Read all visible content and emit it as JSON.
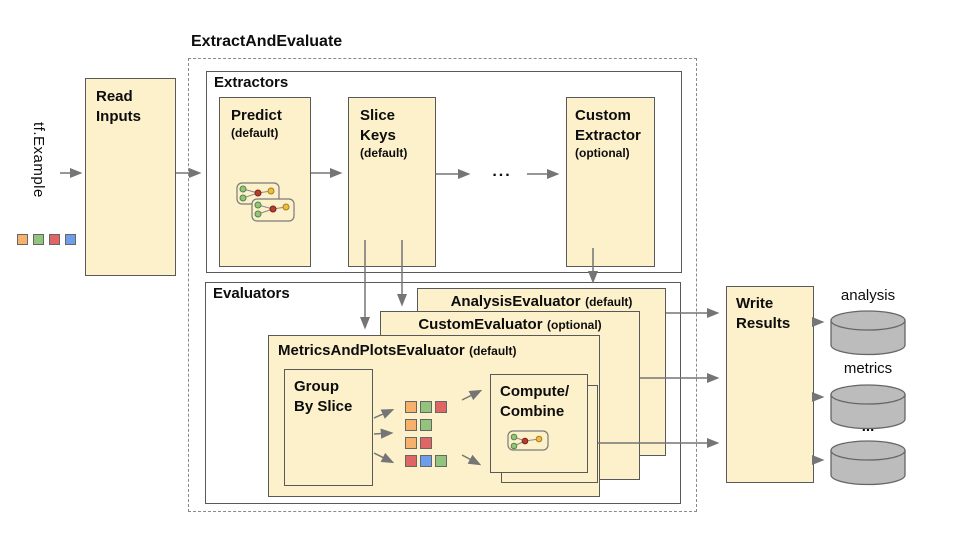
{
  "title": "ExtractAndEvaluate",
  "colors": {
    "box_fill": "#fcf1cb",
    "box_border": "#595959",
    "arrow": "#757575",
    "orange": "#f6b26b",
    "green": "#93c47d",
    "red": "#e06666",
    "blue": "#6d9eeb",
    "node_green": "#93c47d",
    "node_red": "#b93d2e",
    "node_yellow": "#eebc3e",
    "cyl_fill": "#bcbcbc",
    "cyl_stroke": "#666666",
    "sq_border": "#666666"
  },
  "input": {
    "label": "tf.Example",
    "squares": [
      "orange",
      "green",
      "red",
      "blue"
    ]
  },
  "boxes": {
    "read_inputs": "Read\nInputs",
    "extractors_label": "Extractors",
    "predict": {
      "name": "Predict",
      "qualifier": "(default)"
    },
    "slice_keys": {
      "name": "Slice\nKeys",
      "qualifier": "(default)"
    },
    "ellipsis": "...",
    "custom_extractor": {
      "name": "Custom\nExtractor",
      "qualifier": "(optional)"
    },
    "evaluators_label": "Evaluators",
    "analysis_evaluator": {
      "name": "AnalysisEvaluator",
      "qualifier": "(default)"
    },
    "custom_evaluator": {
      "name": "CustomEvaluator",
      "qualifier": "(optional)"
    },
    "metrics_evaluator": {
      "name": "MetricsAndPlotsEvaluator",
      "qualifier": "(default)"
    },
    "group_by_slice": "Group\nBy Slice",
    "compute_combine": "Compute/\nCombine",
    "write_results": "Write\nResults"
  },
  "slice_grid": {
    "rows": [
      [
        "orange",
        "green",
        "red"
      ],
      [
        "orange",
        "green"
      ],
      [
        "orange",
        "red"
      ],
      [
        "red",
        "blue",
        "green"
      ]
    ]
  },
  "outputs": [
    {
      "label": "analysis"
    },
    {
      "label": "metrics"
    },
    {
      "label": "..."
    }
  ]
}
